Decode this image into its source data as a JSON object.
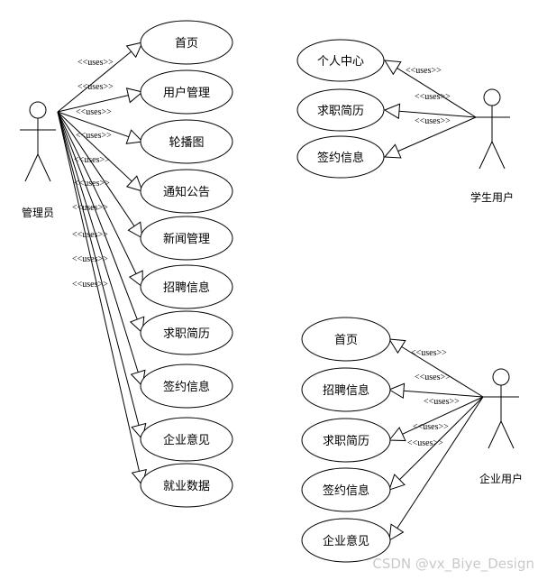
{
  "stereotype": "<<uses>>",
  "admin": {
    "label": "管理员",
    "cases": [
      "首页",
      "用户管理",
      "轮播图",
      "通知公告",
      "新闻管理",
      "招聘信息",
      "求职简历",
      "签约信息",
      "企业意见",
      "就业数据"
    ]
  },
  "student": {
    "label": "学生用户",
    "cases": [
      "个人中心",
      "求职简历",
      "签约信息"
    ]
  },
  "company": {
    "label": "企业用户",
    "cases": [
      "首页",
      "招聘信息",
      "求职简历",
      "签约信息",
      "企业意见"
    ]
  },
  "watermark": "CSDN @vx_Biye_Design"
}
